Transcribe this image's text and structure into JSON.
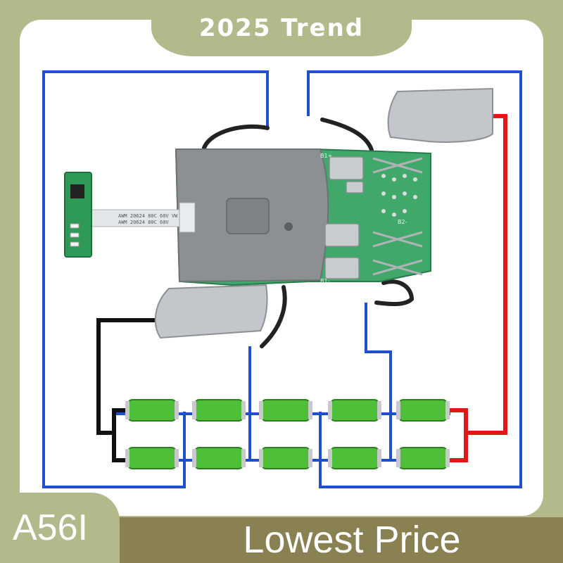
{
  "banner": {
    "headline": "2025 Trend"
  },
  "product": {
    "model": "A56I",
    "tagline": "Lowest Price"
  },
  "pcb_labels": {
    "ribbon_cable": "AWM 20624 80C 60V VW",
    "ribbon_cable_2": "AWM 20624 80C 60V",
    "terminal_top": "B1+",
    "terminal_bottom": "B1-",
    "terminal_right": "B2-"
  },
  "colors": {
    "background": "#b4b98c",
    "bottom_bar": "#8a8152",
    "wire_blue": "#1e4fd0",
    "wire_red": "#e01818",
    "wire_black": "#111111",
    "pcb_green": "#3fa86a",
    "cell_green": "#4fbf3a",
    "metal": "#b9bcc0"
  }
}
